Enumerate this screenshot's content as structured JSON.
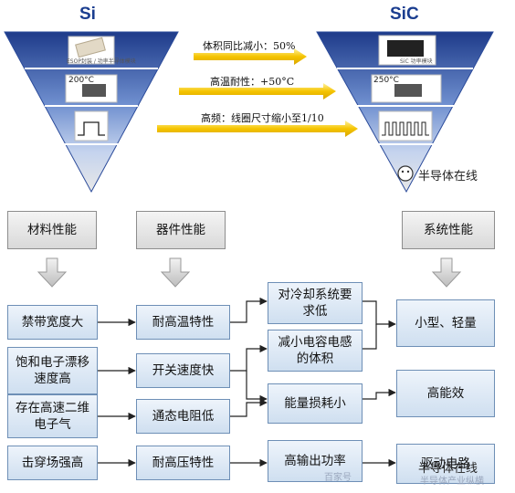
{
  "headers": {
    "si": "Si",
    "sic": "SiC"
  },
  "triangle_labels": {
    "si_chip_caption": "ESOP封装 / 功率半导体模块",
    "si_temp": "200°C",
    "sic_chip_caption": "SiC 功率模块",
    "sic_temp": "250°C"
  },
  "arrows": [
    {
      "label": "体积同比减小：50%"
    },
    {
      "label": "高温耐性：+50°C"
    },
    {
      "label": "高频：线圈尺寸缩小至1/10"
    }
  ],
  "categories": {
    "material": "材料性能",
    "device": "器件性能",
    "system": "系统性能"
  },
  "material": [
    "禁带宽度大",
    "饱和电子漂移速度高",
    "存在高速二维电子气",
    "击穿场强高"
  ],
  "device": [
    "耐高温特性",
    "开关速度快",
    "通态电阻低",
    "耐高压特性"
  ],
  "middle": [
    "对冷却系统要求低",
    "减小电容电感的体积",
    "能量损耗小",
    "高输出功率"
  ],
  "system": [
    "小型、轻量",
    "高能效",
    "驱动电路"
  ],
  "watermarks": {
    "top": "半导体在线",
    "bottom": "半导体在线",
    "baidu": "百家号",
    "sub": "半导体产业纵横"
  },
  "colors": {
    "accent": "#1a3d8f",
    "arrow": "#f0c000",
    "triangle_top": "#1f3a8a",
    "box_border": "#6e8fb6"
  }
}
